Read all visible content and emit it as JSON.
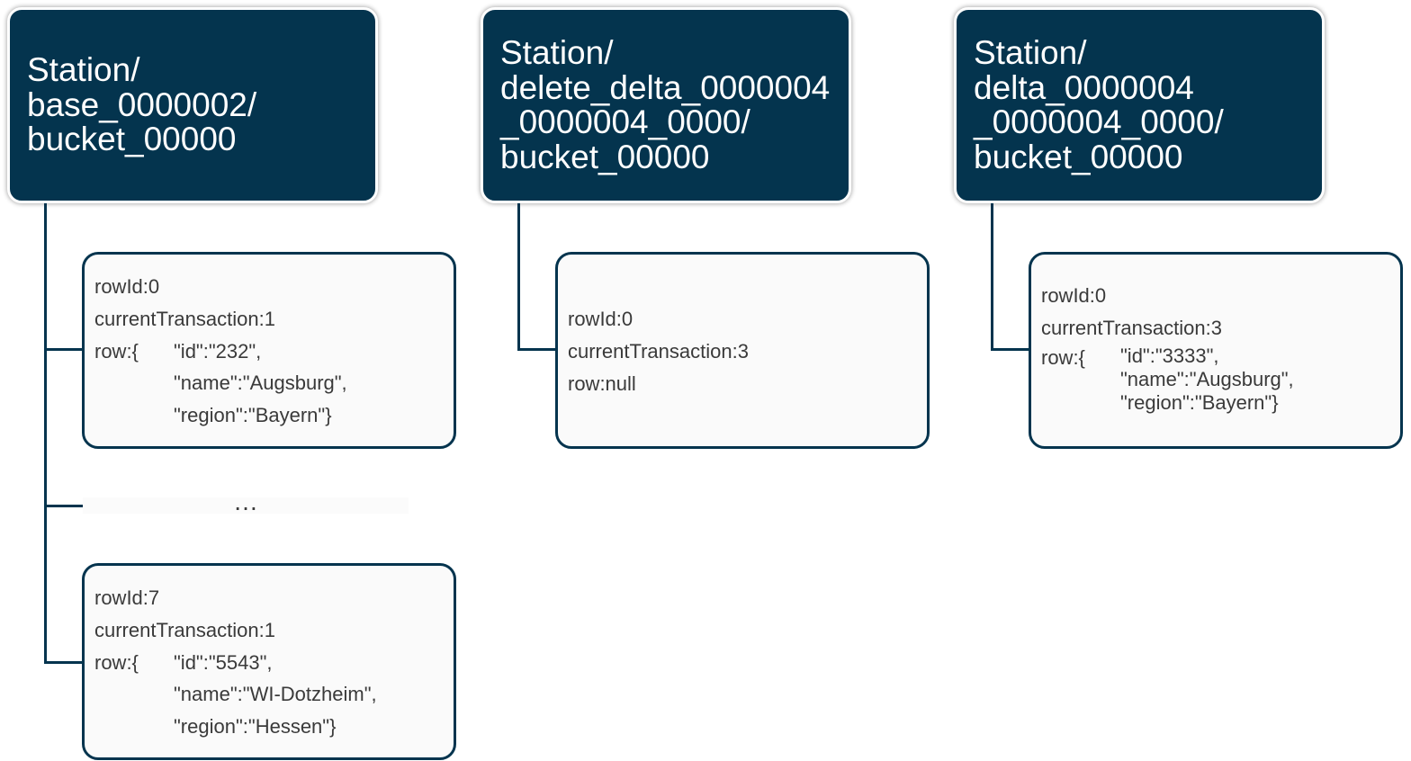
{
  "buckets": [
    {
      "header": [
        "Station/",
        "base_0000002/",
        "bucket_00000"
      ],
      "records": [
        {
          "rowid": "rowId:0",
          "transaction": "currentTransaction:1",
          "row_key": "row:{",
          "fields": [
            "\"id\":\"232\",",
            "\"name\":\"Augsburg\",",
            "\"region\":\"Bayern\"}"
          ]
        },
        {
          "rowid": "rowId:7",
          "transaction": "currentTransaction:1",
          "row_key": "row:{",
          "fields": [
            "\"id\":\"5543\",",
            "\"name\":\"WI-Dotzheim\",",
            "\"region\":\"Hessen\"}"
          ]
        }
      ],
      "ellipsis": "…"
    },
    {
      "header": [
        "Station/",
        "delete_delta_0000004",
        "_0000004_0000/",
        "bucket_00000"
      ],
      "records": [
        {
          "rowid": "rowId:0",
          "transaction": "currentTransaction:3",
          "row": "row:null"
        }
      ]
    },
    {
      "header": [
        "Station/",
        "delta_0000004",
        "_0000004_0000/",
        "bucket_00000"
      ],
      "records": [
        {
          "rowid": "rowId:0",
          "transaction": "currentTransaction:3",
          "row_key": "row:{",
          "fields": [
            "\"id\":\"3333\",",
            "\"name\":\"Augsburg\",",
            "\"region\":\"Bayern\"}"
          ]
        }
      ]
    }
  ],
  "colors": {
    "header_bg": "#04344e",
    "connector": "#04344e",
    "record_border": "#04344e",
    "record_bg": "#fafafa",
    "text": "#3a3a3a"
  }
}
